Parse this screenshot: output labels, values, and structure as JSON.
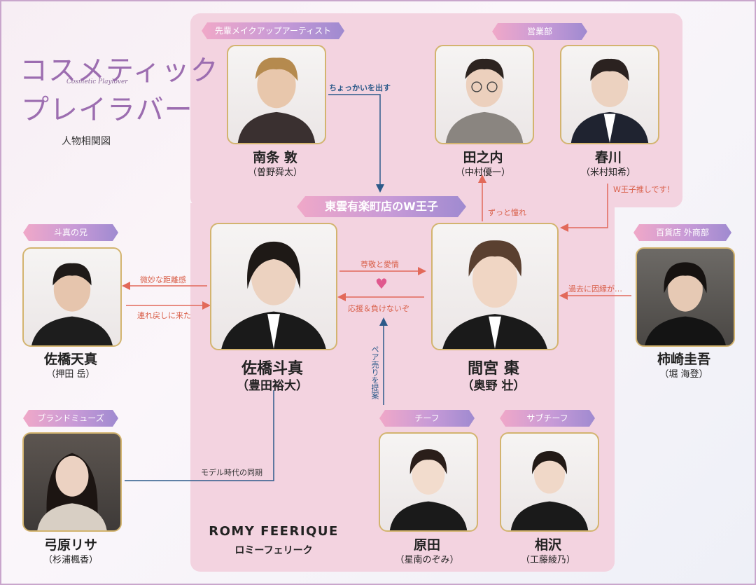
{
  "logo": {
    "title_line1": "コスメティック",
    "title_line2": "プレイラバー",
    "subtitle": "Cosmetic Playlover"
  },
  "diagram_title": "人物相関図",
  "groups": {
    "w_prince": "東雲有楽町店のW王子",
    "romy_en": "ROMY FEERIQUE",
    "romy_jp": "ロミーフェリーク"
  },
  "people": {
    "nanjo": {
      "tag": "先輩メイクアップアーティスト",
      "name": "南条 敦",
      "actor": "（曽野舜太）"
    },
    "tanouchi": {
      "tag": "営業部",
      "name": "田之内",
      "actor": "（中村優一）"
    },
    "harukawa": {
      "name": "春川",
      "actor": "（米村知希）"
    },
    "tenma": {
      "tag": "斗真の兄",
      "name": "佐橋天真",
      "actor": "（押田 岳）"
    },
    "toma": {
      "name": "佐橋斗真",
      "actor": "（豊田裕大）"
    },
    "mamiya": {
      "name": "間宮 棗",
      "actor": "（奥野 壮）"
    },
    "kakizaki": {
      "tag": "百貨店 外商部",
      "name": "柿崎圭吾",
      "actor": "（堀 海登）"
    },
    "yumihara": {
      "tag": "ブランドミューズ",
      "name": "弓原リサ",
      "actor": "（杉浦楓香）"
    },
    "harada": {
      "tag": "チーフ",
      "name": "原田",
      "actor": "（星南のぞみ）"
    },
    "aizawa": {
      "tag": "サブチーフ",
      "name": "相沢",
      "actor": "（工藤綾乃）"
    }
  },
  "relations": {
    "nanjo_to_prince": "ちょっかいを出す",
    "mamiya_to_tanouchi": "ずっと憧れ",
    "harukawa_to_mamiya": "W王子推しです！",
    "toma_to_mamiya": "尊敬と愛情",
    "mamiya_to_toma": "応援＆負けないぞ",
    "toma_to_tenma": "微妙な距離感",
    "tenma_to_toma": "連れ戻しに来た",
    "kakizaki_to_mamiya": "過去に因縁が…",
    "harada_to_pair": "ペア売りを提案",
    "toma_yumihara": "モデル時代の同期"
  },
  "colors": {
    "panel": "#f3d3e0",
    "blue_line": "#2c5a8a",
    "red_line": "#e2695a",
    "gold_border": "#d3b46f",
    "heart": "#e0588e"
  }
}
